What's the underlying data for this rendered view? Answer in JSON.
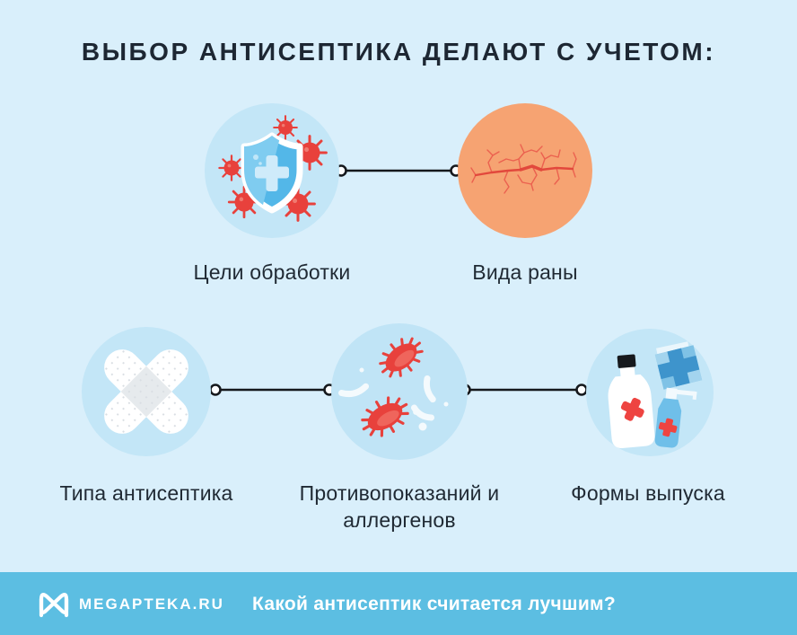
{
  "title": "ВЫБОР АНТИСЕПТИКА ДЕЛАЮТ С УЧЕТОМ:",
  "factors": {
    "top": [
      {
        "label": "Цели обработки",
        "icon": "shield-viruses-icon"
      },
      {
        "label": "Вида раны",
        "icon": "wound-skin-icon"
      }
    ],
    "bottom": [
      {
        "label": "Типа антисептика",
        "icon": "crossed-plasters-icon"
      },
      {
        "label": "Противопоказаний и аллергенов",
        "icon": "bacteria-icon"
      },
      {
        "label": "Формы выпуска",
        "icon": "antiseptic-bottles-icon"
      }
    ]
  },
  "footer": {
    "brand": "MEGAPTEKA.RU",
    "question": "Какой антисептик считается лучшим?",
    "logo_icon": "megapteka-logo-icon"
  },
  "palette": {
    "background": "#D9EFFB",
    "circle_blue": "#C3E6F7",
    "circle_orange": "#F6A372",
    "accent_red": "#E8413C",
    "shield_blue": "#53B7E8",
    "shield_highlight": "#7FCCF0",
    "shield_cross": "#CFEBFA",
    "crack_red": "#E2483C",
    "footer_blue": "#5CBEE2",
    "text_dark": "#1D2733",
    "connector_black": "#15181C",
    "white": "#FFFFFF"
  }
}
